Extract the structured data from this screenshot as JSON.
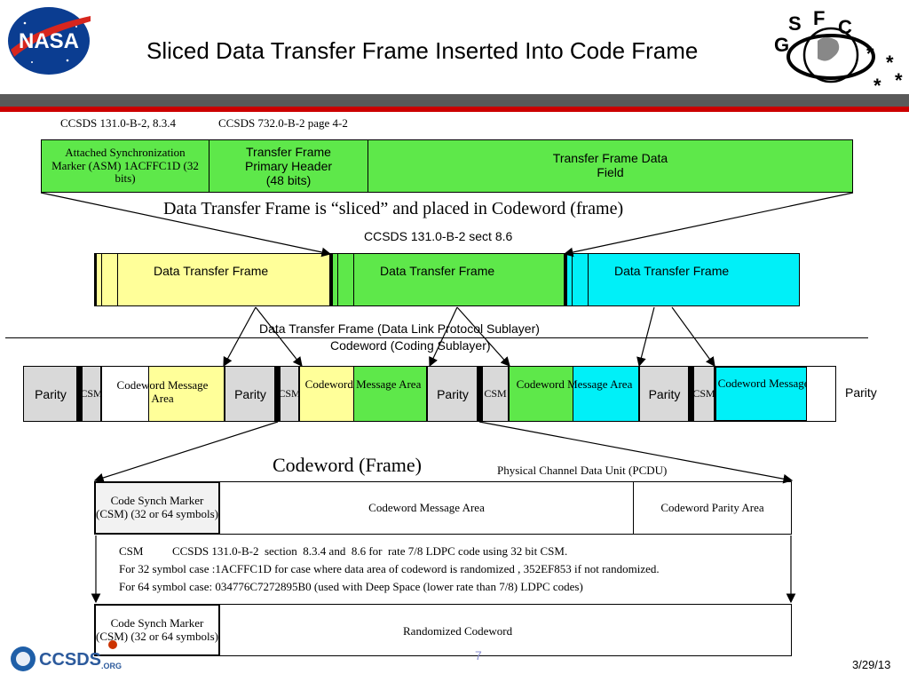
{
  "title": "Sliced Data Transfer Frame Inserted Into Code Frame",
  "logos": {
    "nasa": "NASA",
    "gsfc_letters": [
      "G",
      "S",
      "F",
      "C"
    ],
    "ccsds": "CCSDS",
    "ccsds_suffix": ".ORG"
  },
  "references": {
    "asm_ref": "CCSDS 131.0-B-2,  8.3.4",
    "frame_ref": "CCSDS 732.0-B-2  page 4-2",
    "slice_ref": "CCSDS 131.0-B-2   sect 8.6"
  },
  "transfer_frame": {
    "asm": "Attached Synchronization Marker (ASM) 1ACFFC1D (32 bits)",
    "header": "Transfer Frame Primary Header (48 bits)",
    "data_field": "Transfer Frame Data Field"
  },
  "sliced_caption": "Data Transfer Frame is “sliced” and placed in Codeword (frame)",
  "dtf_label": "Data Transfer Frame",
  "layer_labels": {
    "data_link": "Data  Transfer Frame  (Data Link Protocol Sublayer)",
    "coding": "Codeword (Coding Sublayer)"
  },
  "codeword_row": {
    "parity": "Parity",
    "csm": "CSM",
    "message_area": "Codeword Message Area"
  },
  "codeword_frame": {
    "title": "Codeword (Frame)",
    "pcdu": "Physical Channel Data Unit (PCDU)"
  },
  "detail": {
    "csm_box": "Code Synch Marker (CSM) (32 or 64 symbols)",
    "message_area": "Codeword Message Area",
    "parity_area": "Codeword Parity Area",
    "notes": [
      "CSM          CCSDS 131.0-B-2  section  8.3.4 and  8.6 for  rate 7/8 LDPC code using 32 bit CSM.",
      "For 32 symbol case :1ACFFC1D for case where data area of codeword is randomized , 352EF853 if not randomized.",
      "For 64 symbol case: 034776C7272895B0  (used with Deep Space (lower rate than 7/8) LDPC codes)"
    ],
    "randomized": "Randomized Codeword"
  },
  "footer": {
    "page": "7",
    "date": "3/29/13"
  },
  "colors": {
    "green": "#5ee84a",
    "yellow": "#ffff99",
    "cyan": "#00f0f8",
    "parity_grey": "#d9d9d9",
    "header_bar": "#5a5a5a",
    "red_bar": "#cc0000"
  }
}
